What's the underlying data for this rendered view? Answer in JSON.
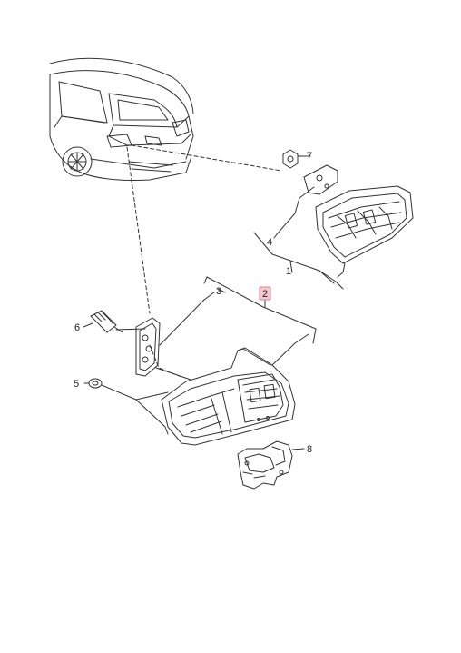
{
  "diagram": {
    "callouts": [
      {
        "id": "c1",
        "label": "1"
      },
      {
        "id": "c2",
        "label": "2",
        "highlighted": true
      },
      {
        "id": "c3",
        "label": "3"
      },
      {
        "id": "c4",
        "label": "4"
      },
      {
        "id": "c5",
        "label": "5"
      },
      {
        "id": "c6",
        "label": "6"
      },
      {
        "id": "c7",
        "label": "7"
      },
      {
        "id": "c8",
        "label": "8"
      }
    ],
    "highlight_color": "#f4c7cf"
  }
}
